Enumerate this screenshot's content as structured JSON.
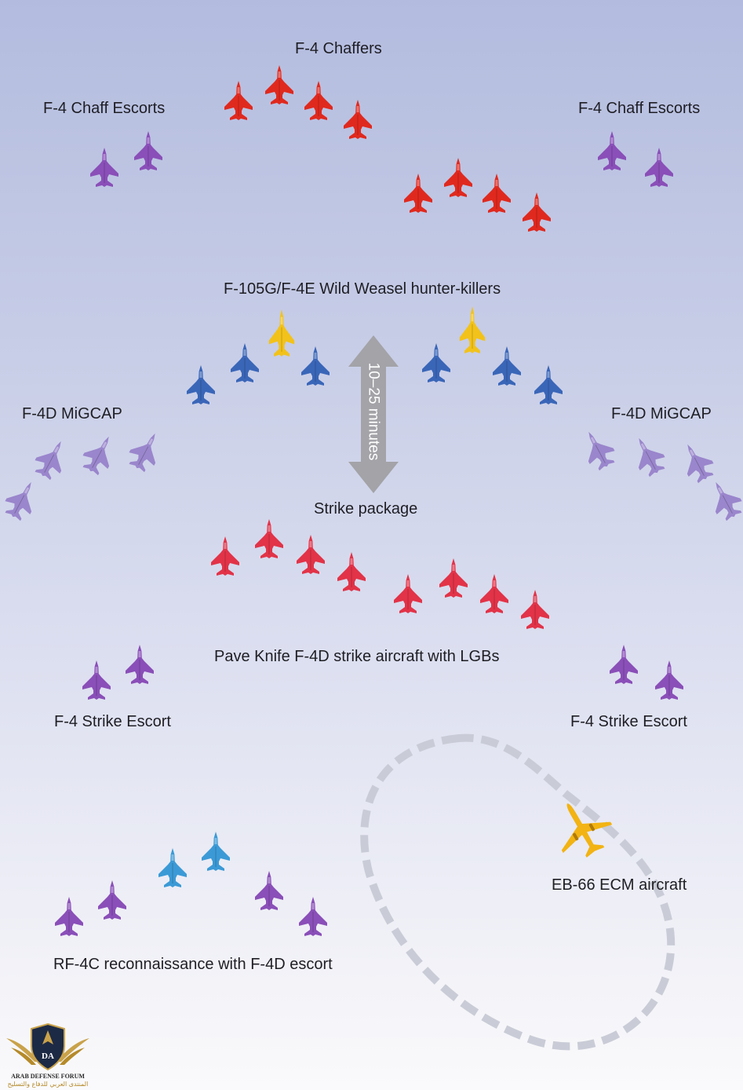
{
  "labels": {
    "chaffers": "F-4 Chaffers",
    "chaff_escorts_left": "F-4 Chaff Escorts",
    "chaff_escorts_right": "F-4 Chaff Escorts",
    "wild_weasel": "F-105G/F-4E Wild Weasel hunter-killers",
    "migcap_left": "F-4D MiGCAP",
    "migcap_right": "F-4D MiGCAP",
    "time_gap": "10–25 minutes",
    "strike_package": "Strike package",
    "pave_knife": "Pave Knife F-4D strike aircraft with LGBs",
    "strike_escort_left": "F-4 Strike Escort",
    "strike_escort_right": "F-4 Strike Escort",
    "eb66": "EB-66 ECM aircraft",
    "recon": "RF-4C reconnaissance with F-4D escort"
  },
  "logo": {
    "initials": "DA",
    "line1": "ARAB DEFENSE FORUM",
    "line2": "المنتدى العربي للدفاع والتسليح"
  },
  "colors": {
    "chaffer": "#e0291e",
    "escort": "#8a4fb8",
    "weasel": "#f2c21a",
    "hunter": "#3a66b8",
    "migcap": "#9a86cc",
    "strike": "#e23348",
    "recon": "#3b9ad6",
    "eb66": "#f2b313",
    "arrow": "#a3a3a8",
    "orbit": "#c9ccd6"
  },
  "groups": [
    {
      "name": "chaffers-left",
      "type": "chaffer",
      "count": 4
    },
    {
      "name": "chaffers-right",
      "type": "chaffer",
      "count": 4
    },
    {
      "name": "chaff-escorts-left",
      "type": "escort",
      "count": 2
    },
    {
      "name": "chaff-escorts-right",
      "type": "escort",
      "count": 2
    },
    {
      "name": "wild-weasel-left",
      "type": "hunter",
      "count": 4
    },
    {
      "name": "wild-weasel-right",
      "type": "hunter",
      "count": 4
    },
    {
      "name": "migcap-left",
      "type": "migcap",
      "count": 4
    },
    {
      "name": "migcap-right",
      "type": "migcap",
      "count": 4
    },
    {
      "name": "strike-package-left",
      "type": "strike",
      "count": 4
    },
    {
      "name": "strike-package-right",
      "type": "strike",
      "count": 4
    },
    {
      "name": "strike-escort-left",
      "type": "escort",
      "count": 2
    },
    {
      "name": "strike-escort-right",
      "type": "escort",
      "count": 2
    },
    {
      "name": "recon-group",
      "type": "mixed",
      "count": 6
    },
    {
      "name": "eb66-orbit",
      "type": "eb66",
      "count": 1
    }
  ]
}
